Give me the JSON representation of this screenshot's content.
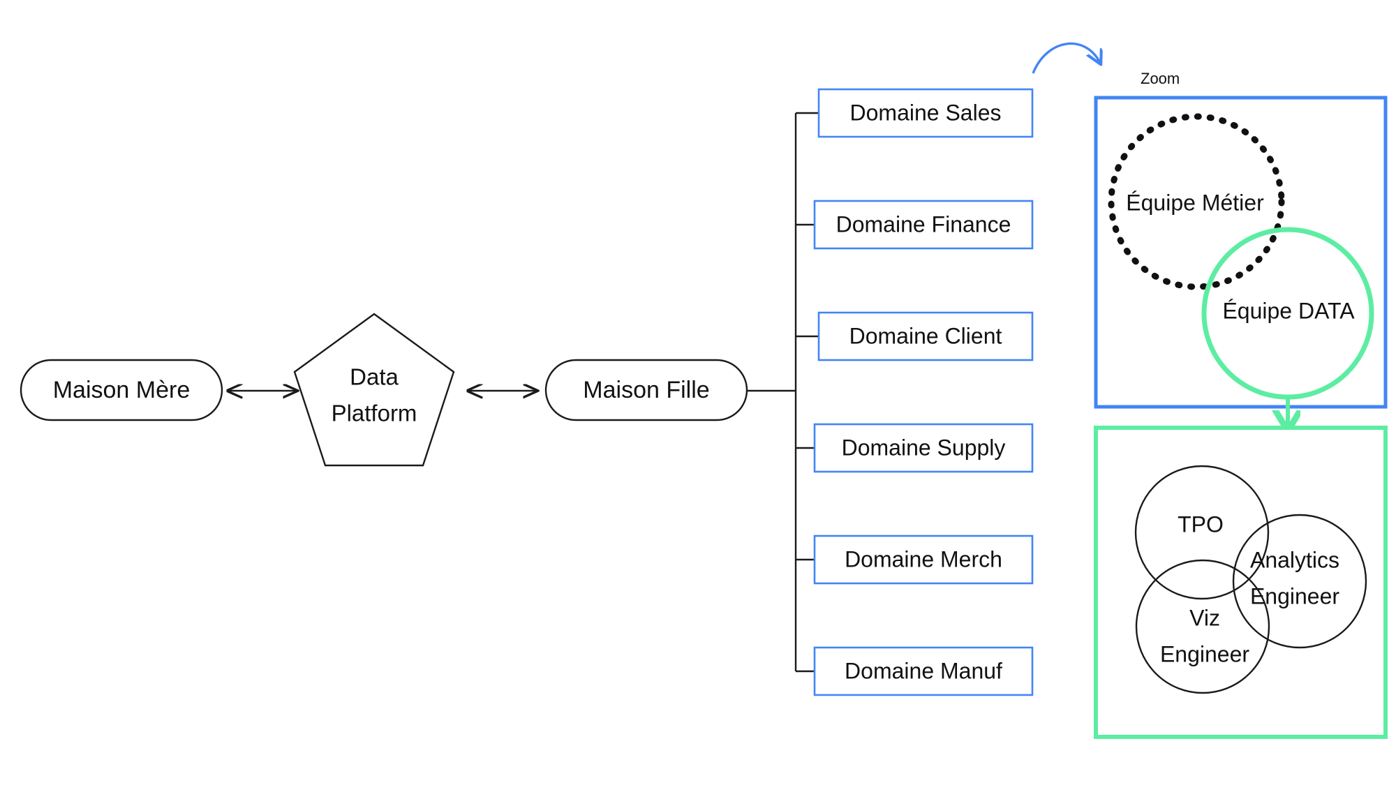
{
  "diagram": {
    "title_label": "Zoom",
    "nodes": {
      "parent_company": "Maison Mère",
      "data_platform_line1": "Data",
      "data_platform_line2": "Platform",
      "subsidiary": "Maison Fille"
    },
    "domains": [
      {
        "label": "Domaine Sales"
      },
      {
        "label": "Domaine Finance"
      },
      {
        "label": "Domaine Client"
      },
      {
        "label": "Domaine Supply"
      },
      {
        "label": "Domaine Merch"
      },
      {
        "label": "Domaine Manuf"
      }
    ],
    "zoom_panel_blue": {
      "circles": [
        {
          "label": "Équipe Métier",
          "style": "dotted-black"
        },
        {
          "label": "Équipe DATA",
          "style": "solid-green"
        }
      ]
    },
    "zoom_panel_green": {
      "circles": [
        {
          "label": "TPO",
          "style": "solid-black"
        },
        {
          "label_line1": "Analytics",
          "label_line2": "Engineer",
          "style": "solid-black"
        },
        {
          "label_line1": "Viz",
          "label_line2": "Engineer",
          "style": "solid-black"
        }
      ]
    },
    "colors": {
      "accent_blue": "#4285f4",
      "accent_green": "#5ceda2",
      "stroke_black": "#1a1a1a",
      "background": "#ffffff"
    }
  }
}
